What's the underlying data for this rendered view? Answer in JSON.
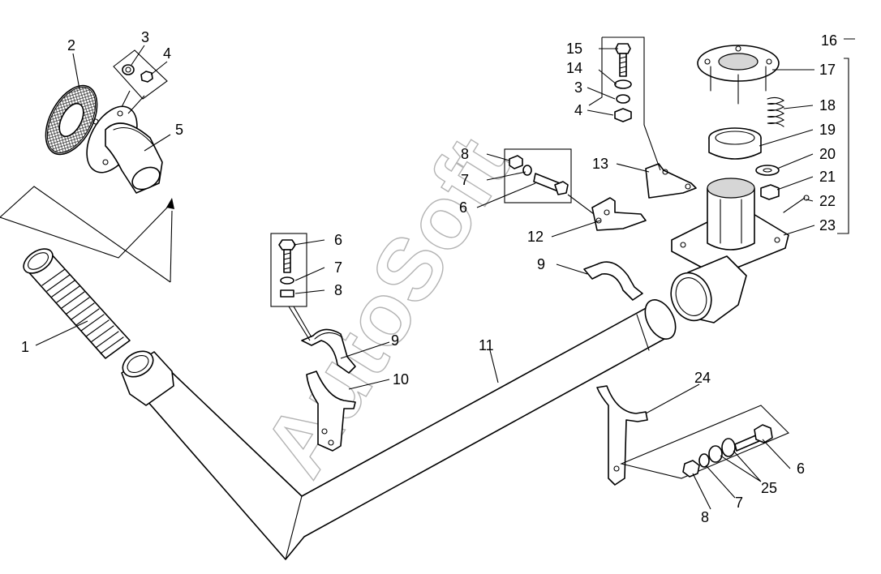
{
  "labels": {
    "l1": "1",
    "l2": "2",
    "l3a": "3",
    "l4a": "4",
    "l5": "5",
    "l6a": "6",
    "l7a": "7",
    "l8a": "8",
    "l9a": "9",
    "l10": "10",
    "l11": "11",
    "l15": "15",
    "l14": "14",
    "l3b": "3",
    "l4b": "4",
    "l8b": "8",
    "l7b": "7",
    "l6b": "6",
    "l13": "13",
    "l12": "12",
    "l9b": "9",
    "l16": "16",
    "l17": "17",
    "l18": "18",
    "l19": "19",
    "l20": "20",
    "l21": "21",
    "l22": "22",
    "l23": "23",
    "l24": "24",
    "l6c": "6",
    "l25": "25",
    "l7c": "7",
    "l8c": "8"
  },
  "watermark": "AutoSoft",
  "colors": {
    "line": "#000000",
    "watermark": "#9a9a9a",
    "background": "#ffffff"
  }
}
